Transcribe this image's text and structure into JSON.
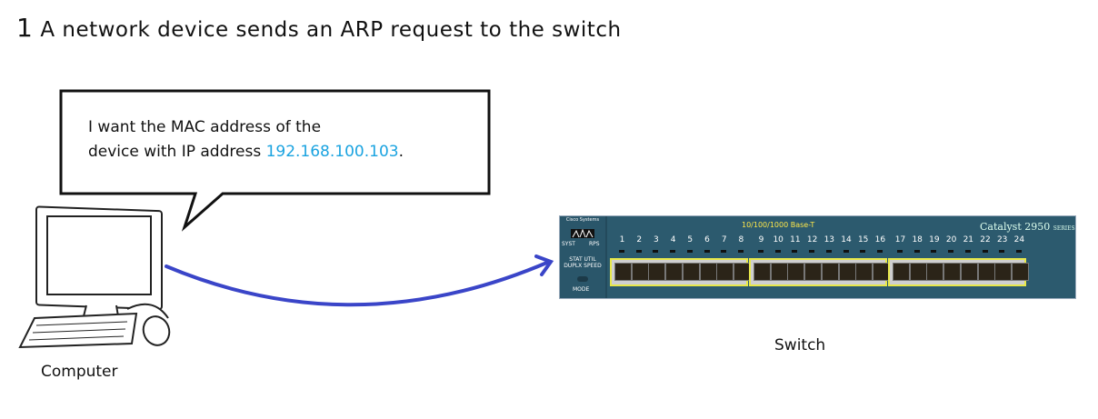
{
  "title": {
    "step": "1",
    "text": "A network device sends an ARP request to the switch"
  },
  "bubble": {
    "line1": "I want the MAC address of the",
    "line2_prefix": "device with IP address ",
    "ip": "192.168.100.103",
    "line2_suffix": "."
  },
  "switch": {
    "brand": "Cisco Systems",
    "syst": "SYST",
    "rps": "RPS",
    "modes": "STAT UTIL DUPLX SPEED",
    "mode": "MODE",
    "base": "10/100/1000 Base-T",
    "model": "Catalyst 2950",
    "series": "SERIES",
    "ports": [
      "1",
      "2",
      "3",
      "4",
      "5",
      "6",
      "7",
      "8",
      "9",
      "10",
      "11",
      "12",
      "13",
      "14",
      "15",
      "16",
      "17",
      "18",
      "19",
      "20",
      "21",
      "22",
      "23",
      "24"
    ]
  },
  "labels": {
    "switch": "Switch",
    "computer": "Computer"
  },
  "colors": {
    "ip": "#1aa3e0",
    "arrow": "#3a45c8",
    "switch_body": "#2c5a6e",
    "port_group_border": "#e8e84a"
  }
}
